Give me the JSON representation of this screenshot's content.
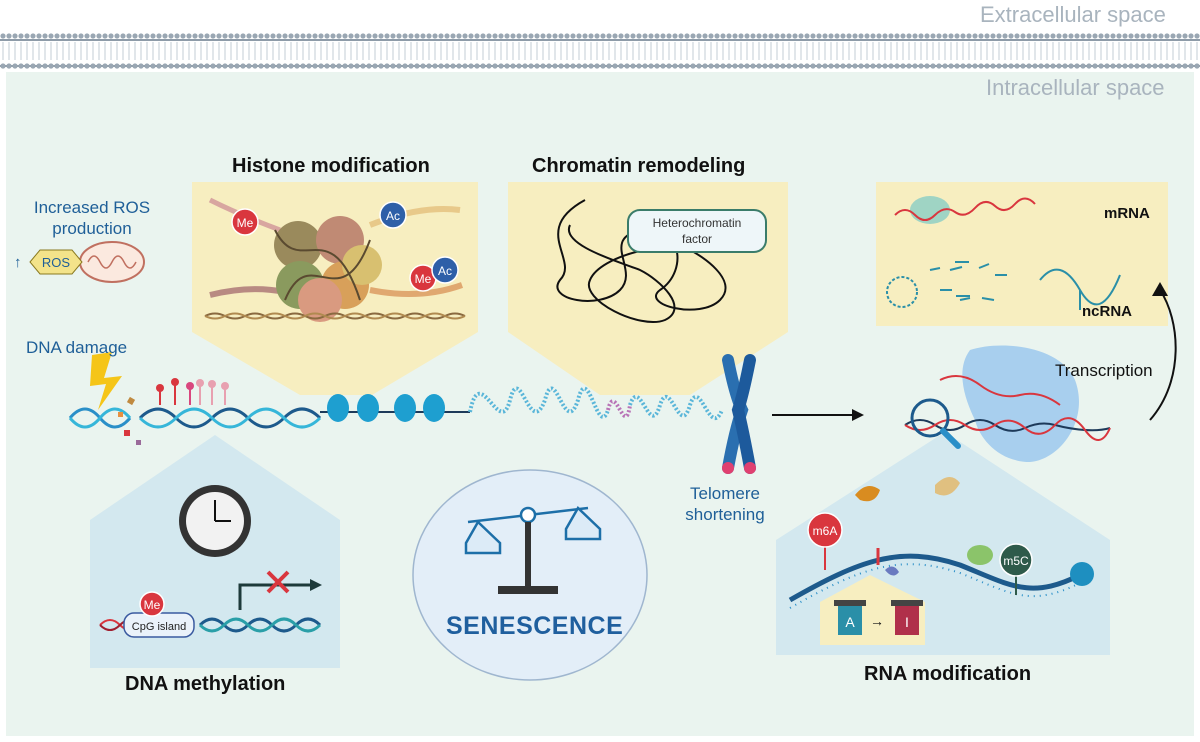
{
  "regions": {
    "extracellular": "Extracellular space",
    "intracellular": "Intracellular space"
  },
  "panels": {
    "histone": {
      "title": "Histone modification",
      "me_label": "Me",
      "ac_label": "Ac"
    },
    "chromatin": {
      "title": "Chromatin remodeling",
      "factor_label": "Heterochromatin factor"
    },
    "dna_methylation": {
      "title": "DNA methylation",
      "me_label": "Me",
      "cpg_label": "CpG island"
    },
    "rna_modification": {
      "title": "RNA modification",
      "m6a_label": "m6A",
      "m5c_label": "m5C",
      "a_label": "A",
      "i_label": "I"
    },
    "rna_types": {
      "mrna_label": "mRNA",
      "ncrna_label": "ncRNA"
    }
  },
  "stressors": {
    "ros_text": "Increased ROS production",
    "ros_arrow": "↑",
    "ros_label": "ROS",
    "dna_damage": "DNA damage",
    "telomere": "Telomere shortening",
    "transcription": "Transcription"
  },
  "center": {
    "senescence": "SENESCENCE"
  },
  "colors": {
    "membrane": "#9aa7b3",
    "cell_bg": "#eaf4ef",
    "panel_yellow": "#f7eec0",
    "panel_blue": "#dcedf3",
    "text_blue": "#1f5f98",
    "dna_blue": "#2a8fc8",
    "me_red": "#d9363e",
    "ac_blue": "#2e5fa8"
  }
}
